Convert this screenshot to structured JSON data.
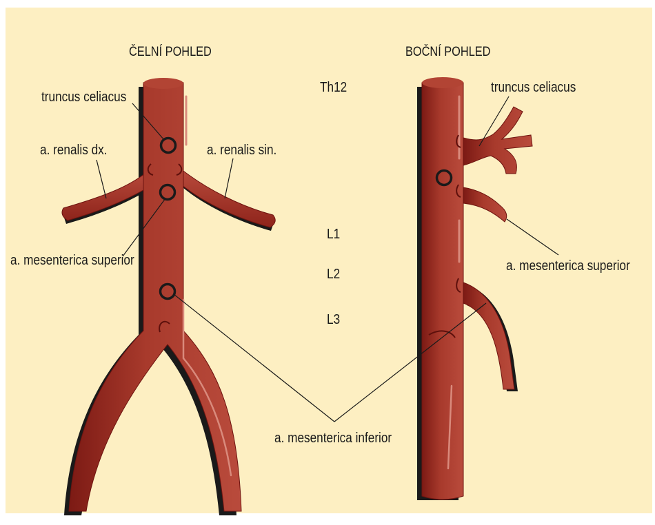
{
  "colors": {
    "background": "#fdefc2",
    "artery": "#9a2a20",
    "artery_light": "#c4584a",
    "artery_dark": "#6e1410",
    "outline": "#1a1a1a"
  },
  "views": {
    "front": {
      "title": "ČELNÍ POHLED"
    },
    "side": {
      "title": "BOČNÍ POHLED"
    }
  },
  "vertebrae": [
    "Th12",
    "L1",
    "L2",
    "L3"
  ],
  "labels": {
    "truncus_celiacus": "truncus celiacus",
    "renalis_dx": "a. renalis dx.",
    "renalis_sin": "a. renalis sin.",
    "mesenterica_superior": "a. mesenterica superior",
    "mesenterica_inferior": "a. mesenterica inferior"
  }
}
